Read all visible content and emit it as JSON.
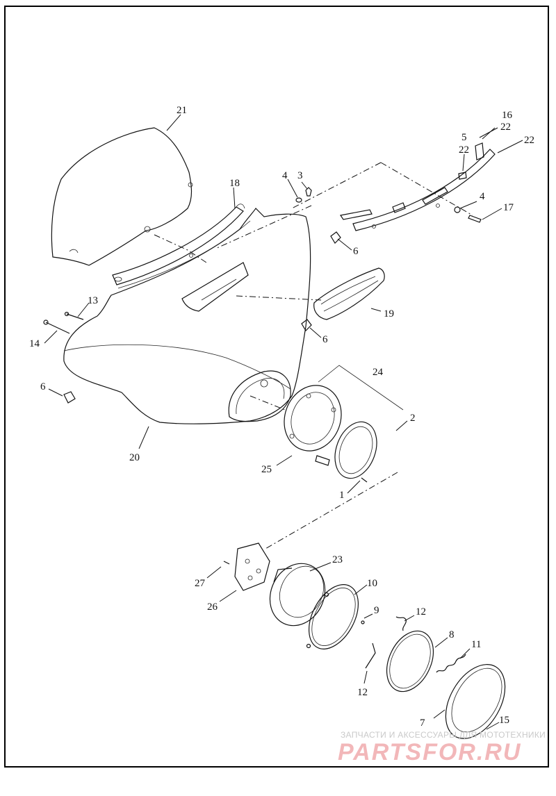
{
  "callouts": {
    "c1": "1",
    "c2": "2",
    "c3": "3",
    "c4a": "4",
    "c4b": "4",
    "c5": "5",
    "c6a": "6",
    "c6b": "6",
    "c6c": "6",
    "c7": "7",
    "c8": "8",
    "c9": "9",
    "c10": "10",
    "c11": "11",
    "c12a": "12",
    "c12b": "12",
    "c13": "13",
    "c14": "14",
    "c15": "15",
    "c16": "16",
    "c17": "17",
    "c18": "18",
    "c19": "19",
    "c20": "20",
    "c21": "21",
    "c22a": "22",
    "c22b": "22",
    "c22c": "22",
    "c23": "23",
    "c24": "24",
    "c25": "25",
    "c26": "26",
    "c27": "27"
  },
  "watermark": {
    "subtitle": "ЗАПЧАСТИ И АКСЕССУАРЫ ДЛЯ МОТОТЕХНИКИ",
    "brand": "PARTSFOR.RU",
    "color": "#f2b7b9"
  }
}
